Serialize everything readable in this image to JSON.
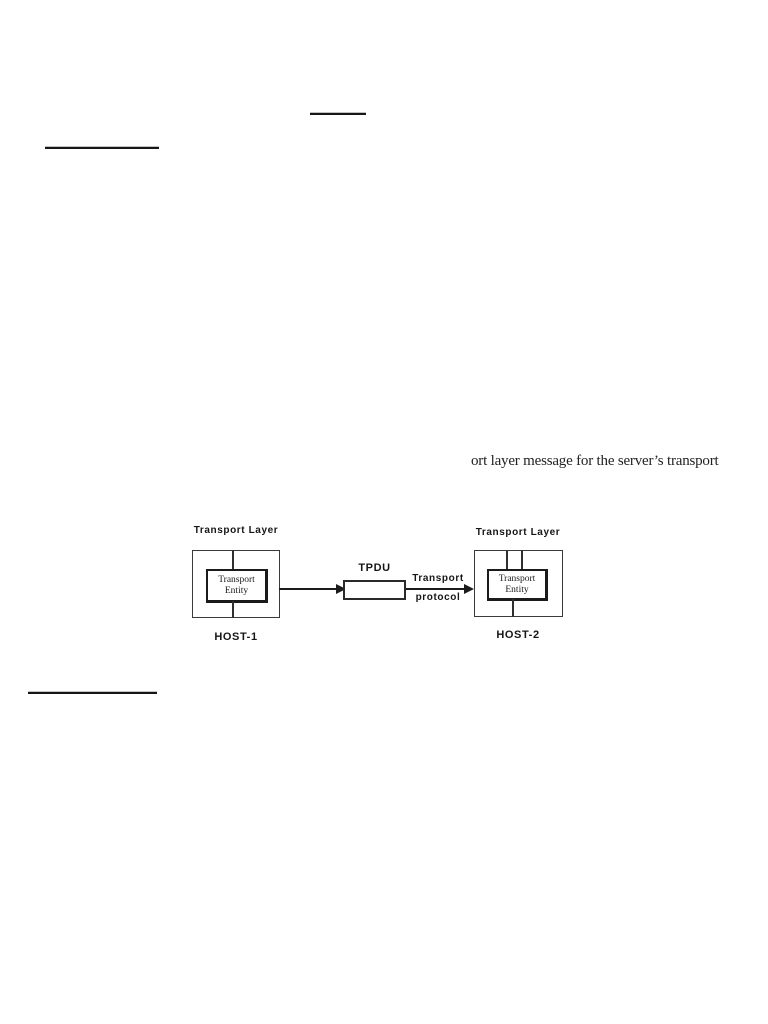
{
  "document": {
    "fragment_text": "ort layer message for the server’s transport"
  },
  "diagram": {
    "host1": {
      "layer_label": "Transport Layer",
      "entity_label_line1": "Transport",
      "entity_label_line2": "Entity",
      "host_label": "HOST-1"
    },
    "host2": {
      "layer_label": "Transport Layer",
      "entity_label_line1": "Transport",
      "entity_label_line2": "Entity",
      "host_label": "HOST-2"
    },
    "tpdu_box_label": "TPDU",
    "protocol_label_line1": "Transport",
    "protocol_label_line2": "protocol"
  },
  "colors": {
    "ink": "#1b1b1b",
    "paper": "#ffffff"
  }
}
